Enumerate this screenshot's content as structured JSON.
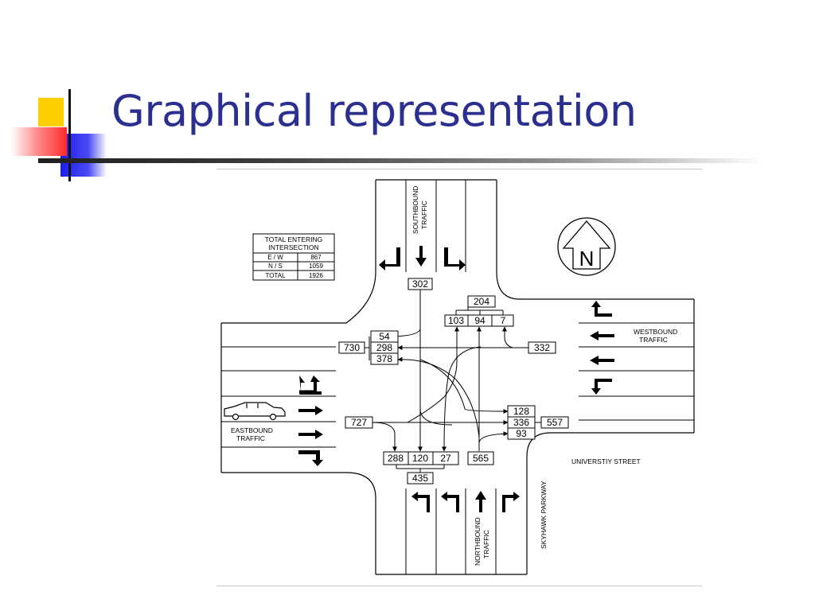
{
  "slide": {
    "title": "Graphical representation"
  },
  "summary_table": {
    "header_line1": "TOTAL ENTERING",
    "header_line2": "INTERSECTION",
    "rows": [
      {
        "label": "E / W",
        "value": "867"
      },
      {
        "label": "N / S",
        "value": "1059"
      },
      {
        "label": "TOTAL",
        "value": "1926"
      }
    ]
  },
  "approach_labels": {
    "southbound_line1": "SOUTHBOUND",
    "southbound_line2": "TRAFFIC",
    "westbound_line1": "WESTBOUND",
    "westbound_line2": "TRAFFIC",
    "eastbound_line1": "EASTBOUND",
    "eastbound_line2": "TRAFFIC",
    "northbound_line1": "NORTHBOUND",
    "northbound_line2": "TRAFFIC"
  },
  "street_labels": {
    "university": "UNIVERSTIY STREET",
    "skyhawk": "SKYHAWK PARKWAY"
  },
  "north_symbol": "N",
  "volumes": {
    "southbound_total": "302",
    "north_leg_exit_total": "204",
    "north_leg_exit_left": "103",
    "north_leg_exit_mid": "94",
    "north_leg_exit_right": "7",
    "west_leg_exit_total": "730",
    "west_leg_exit_top": "54",
    "west_leg_exit_mid": "298",
    "west_leg_exit_bottom": "378",
    "westbound_total": "332",
    "east_leg_exit_total": "557",
    "east_leg_exit_top": "128",
    "east_leg_exit_mid": "336",
    "east_leg_exit_bottom": "93",
    "eastbound_total": "727",
    "south_leg_exit_left": "288",
    "south_leg_exit_mid": "120",
    "south_leg_exit_right": "27",
    "south_leg_exit_total": "435",
    "northbound_total": "565"
  }
}
